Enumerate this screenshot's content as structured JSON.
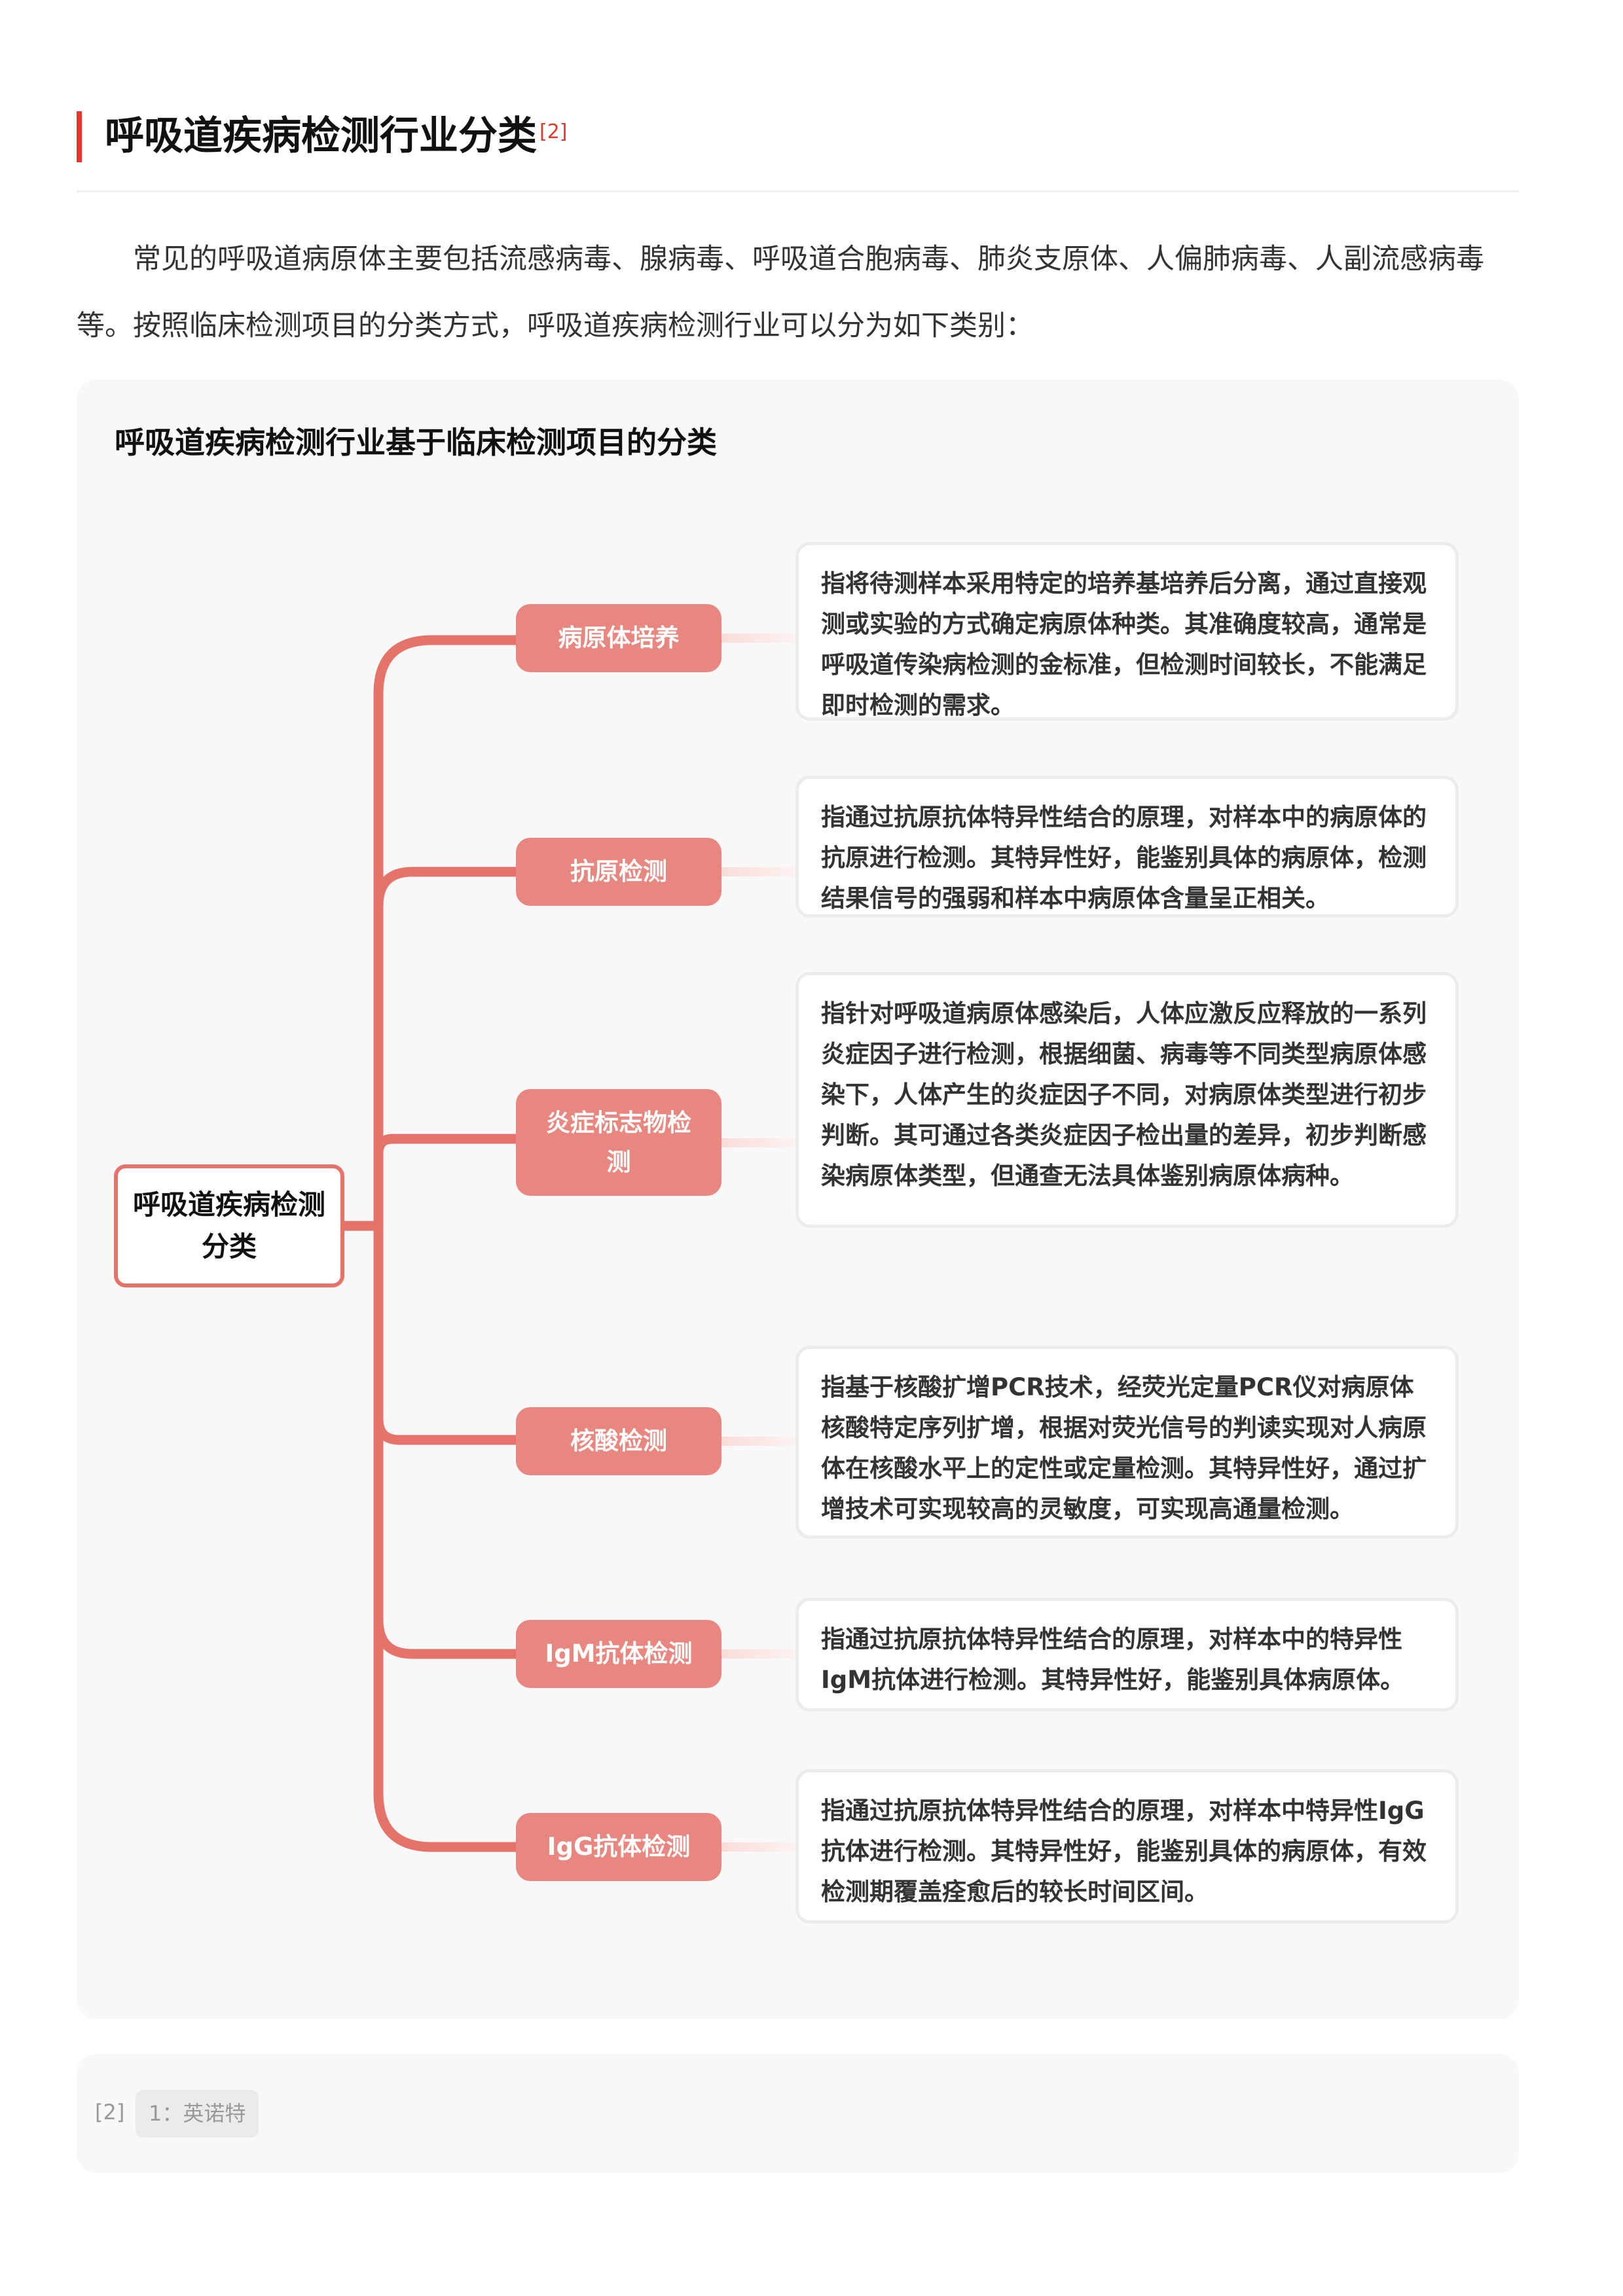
{
  "header": {
    "title": "呼吸道疾病检测行业分类",
    "citation": "[2]"
  },
  "intro": "常见的呼吸道病原体主要包括流感病毒、腺病毒、呼吸道合胞病毒、肺炎支原体、人偏肺病毒、人副流感病毒等。按照临床检测项目的分类方式，呼吸道疾病检测行业可以分为如下类别：",
  "panel": {
    "title": "呼吸道疾病检测行业基于临床检测项目的分类",
    "root": "呼吸道疾病检测分类",
    "branches": [
      {
        "label": "病原体培养",
        "desc": "指将待测样本采用特定的培养基培养后分离，通过直接观测或实验的方式确定病原体种类。其准确度较高，通常是呼吸道传染病检测的金标准，但检测时间较长，不能满足即时检测的需求。"
      },
      {
        "label": "抗原检测",
        "desc": "指通过抗原抗体特异性结合的原理，对样本中的病原体的抗原进行检测。其特异性好，能鉴别具体的病原体，检测结果信号的强弱和样本中病原体含量呈正相关。"
      },
      {
        "label": "炎症标志物检测",
        "desc": "指针对呼吸道病原体感染后，人体应激反应释放的一系列炎症因子进行检测，根据细菌、病毒等不同类型病原体感染下，人体产生的炎症因子不同，对病原体类型进行初步判断。其可通过各类炎症因子检出量的差异，初步判断感染病原体类型，但通查无法具体鉴别病原体病种。"
      },
      {
        "label": "核酸检测",
        "desc": "指基于核酸扩增PCR技术，经荧光定量PCR仪对病原体核酸特定序列扩增，根据对荧光信号的判读实现对人病原体在核酸水平上的定性或定量检测。其特异性好，通过扩增技术可实现较高的灵敏度，可实现高通量检测。"
      },
      {
        "label": "IgM抗体检测",
        "desc": "指通过抗原抗体特异性结合的原理，对样本中的特异性IgM抗体进行检测。其特异性好，能鉴别具体病原体。"
      },
      {
        "label": "IgG抗体检测",
        "desc": "指通过抗原抗体特异性结合的原理，对样本中特异性IgG抗体进行检测。其特异性好，能鉴别具体的病原体，有效检测期覆盖痊愈后的较长时间区间。"
      }
    ]
  },
  "footer": {
    "ref_num": "[2]",
    "ref_source": "1：英诺特"
  },
  "colors": {
    "accent": "#e0392b",
    "line": "#e5736a",
    "pill": "#e8877f"
  }
}
